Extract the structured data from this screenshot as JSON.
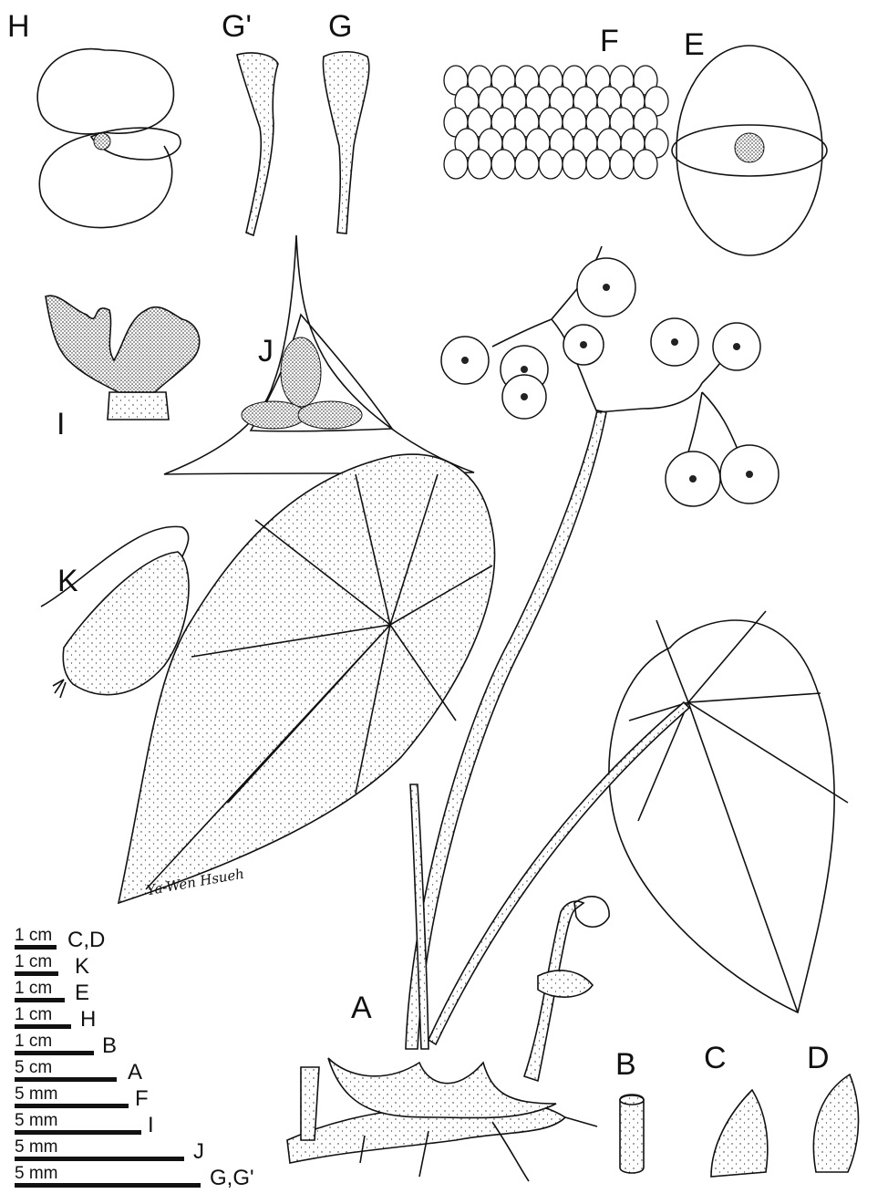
{
  "figure_labels": {
    "A": "A",
    "B": "B",
    "C": "C",
    "D": "D",
    "E": "E",
    "F": "F",
    "G": "G",
    "G_prime": "G'",
    "H": "H",
    "I": "I",
    "J": "J",
    "K": "K"
  },
  "signature": "Ya-Wen Hsueh",
  "scale_bars": [
    {
      "length": "1 cm",
      "parts": "C,D"
    },
    {
      "length": "1 cm",
      "parts": "K"
    },
    {
      "length": "1 cm",
      "parts": "E"
    },
    {
      "length": "1 cm",
      "parts": "H"
    },
    {
      "length": "1 cm",
      "parts": "B"
    },
    {
      "length": "5 cm",
      "parts": "A"
    },
    {
      "length": "5 mm",
      "parts": "F"
    },
    {
      "length": "5 mm",
      "parts": "I"
    },
    {
      "length": "5 mm",
      "parts": "J"
    },
    {
      "length": "5 mm",
      "parts": "G,G'"
    }
  ]
}
